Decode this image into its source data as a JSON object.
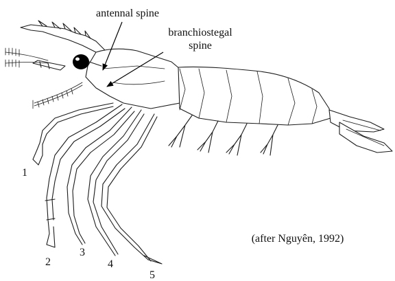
{
  "labels": {
    "antennal_spine": "antennal spine",
    "branchiostegal_line1": "branchiostegal",
    "branchiostegal_line2": "spine",
    "leg_numbers": [
      "1",
      "2",
      "3",
      "4",
      "5"
    ],
    "credit": "(after Nguyên, 1992)"
  },
  "colors": {
    "ink": "#1a1a1a",
    "eye": "#000000",
    "background": "#ffffff"
  }
}
